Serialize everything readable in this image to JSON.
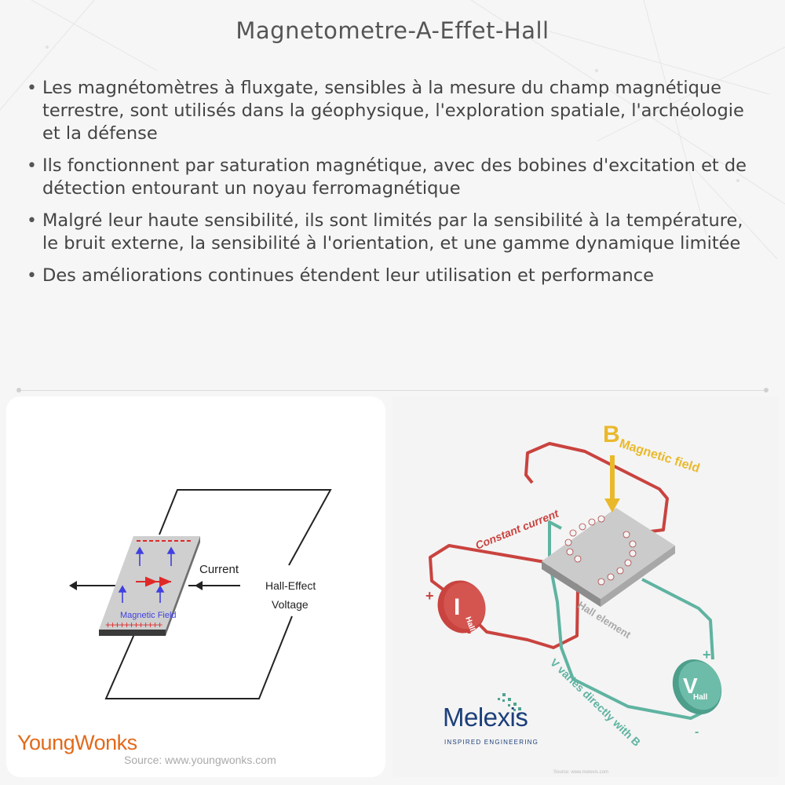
{
  "title": "Magnetometre-A-Effet-Hall",
  "bullets": [
    "Les magnétomètres à fluxgate, sensibles à la mesure du champ magnétique terrestre, sont utilisés dans la géophysique, l'exploration spatiale, l'archéologie et la défense",
    "Ils fonctionnent par saturation magnétique, avec des bobines d'excitation et de détection entourant un noyau ferromagnétique",
    "Malgré leur haute sensibilité, ils sont limités par la sensibilité à la température, le bruit externe, la sensibilité à l'orientation, et une gamme dynamique limitée",
    "Des améliorations continues étendent leur utilisation et performance"
  ],
  "bullet_glyph": "•",
  "left_figure": {
    "current_label": "Current",
    "voltage_label_line1": "Hall-Effect",
    "voltage_label_line2": "Voltage",
    "field_label": "Magnetic Field",
    "plus_signs": "++++++++++++",
    "logo": "YoungWonks",
    "source": "Source: www.youngwonks.com"
  },
  "right_figure": {
    "b_label": "B",
    "magnetic_field_label": "Magnetic field",
    "constant_current_label": "Constant current",
    "hall_element_label": "Hall element",
    "v_varies_label": "V varies directly with B",
    "i_symbol": "I",
    "i_subscript": "Hall",
    "v_symbol": "V",
    "v_subscript": "Hall",
    "logo": "Melexis",
    "tagline": "INSPIRED ENGINEERING",
    "source": "Source: www.melexis.com"
  },
  "colors": {
    "red_wire": "#c9433f",
    "teal_wire": "#5fb3a1",
    "yellow": "#e9b92b",
    "orange_logo": "#e26a1b",
    "navy_logo": "#1c3f7a"
  }
}
